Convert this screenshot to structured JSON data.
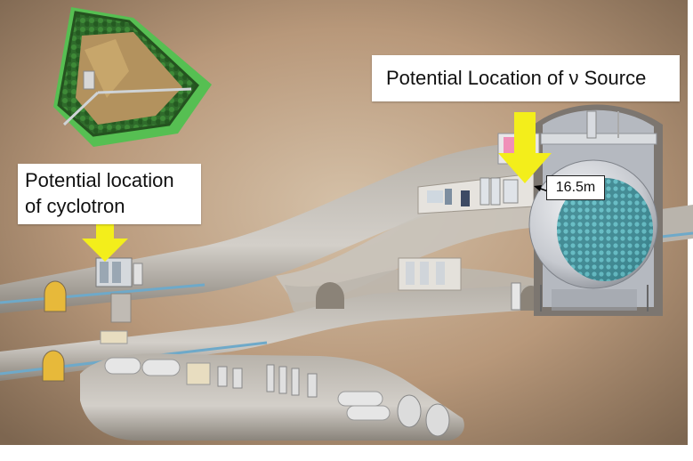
{
  "labels": {
    "cyclotron_line1": "Potential location",
    "cyclotron_line2": "of cyclotron",
    "source_prefix": "Potential Location of ",
    "source_symbol": "ν",
    "source_suffix": " Source",
    "detector_diameter": "16.5m"
  },
  "colors": {
    "rock": "#8b7a67",
    "background": "#b89b7f",
    "tunnel": "#c7c2bb",
    "tunnel_shadow": "#8c867e",
    "arrow": "#f3ee1b",
    "rail": "#6ea9c9",
    "grass": "#58c354",
    "forest": "#2f6b2b",
    "dome": "#b8bcc2",
    "sphere": "#d8dbe0",
    "pmt": "#2b8a95"
  },
  "icons": [
    "down-arrow-icon",
    "down-arrow-icon",
    "measure-arrow-icon"
  ]
}
